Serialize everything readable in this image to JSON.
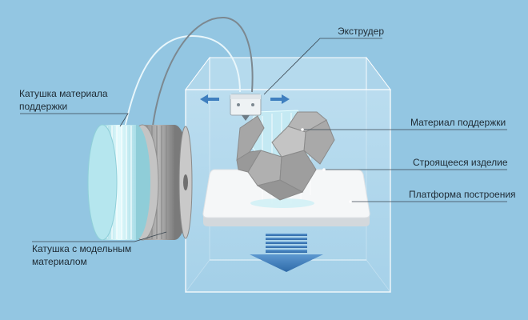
{
  "labels": {
    "extruder": "Экструдер",
    "support_spool_line1": "Катушка материала",
    "support_spool_line2": "поддержки",
    "model_spool_line1": "Катушка с модельным",
    "model_spool_line2": "материалом",
    "support_material": "Материал поддержки",
    "part_in_progress": "Строящееся изделие",
    "build_platform": "Платформа построения"
  },
  "colors": {
    "background": "#93c6e2",
    "box_glass": "#b9dbee",
    "leader_line": "#3a4650",
    "arrow_blue": "#3f7fbf",
    "model_gray": "#a6a6a6",
    "support_cyan": "#c8eef4",
    "platform": "#f5f7f8"
  }
}
